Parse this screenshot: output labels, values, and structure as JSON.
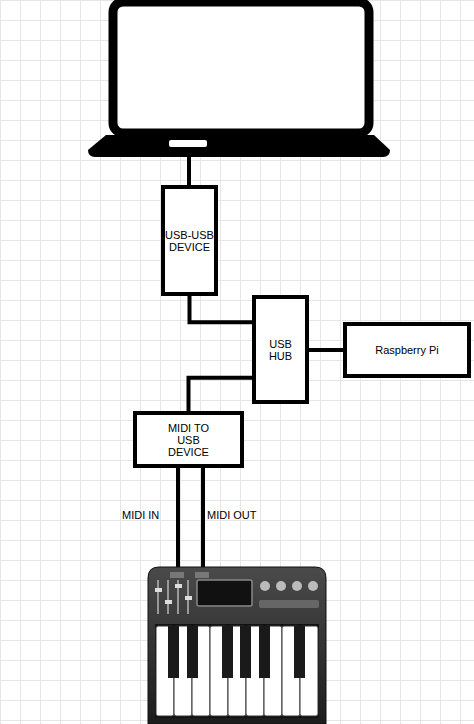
{
  "diagram": {
    "nodes": [
      {
        "text": [
          "USB-USB DEVICE"
        ]
      },
      {
        "text": [
          "USB HUB"
        ]
      },
      {
        "text": [
          "Raspberry Pi"
        ]
      },
      {
        "text": [
          "MIDI TO USB DEVICE"
        ]
      }
    ],
    "edges": [
      {
        "from": 0,
        "to": 1,
        "arrow": "none"
      },
      {
        "from": 1,
        "to": 2,
        "arrow": "none"
      },
      {
        "from": 1,
        "to": 3,
        "arrow": "none"
      }
    ],
    "labels": [
      "MIDI IN",
      "MIDI OUT"
    ]
  }
}
